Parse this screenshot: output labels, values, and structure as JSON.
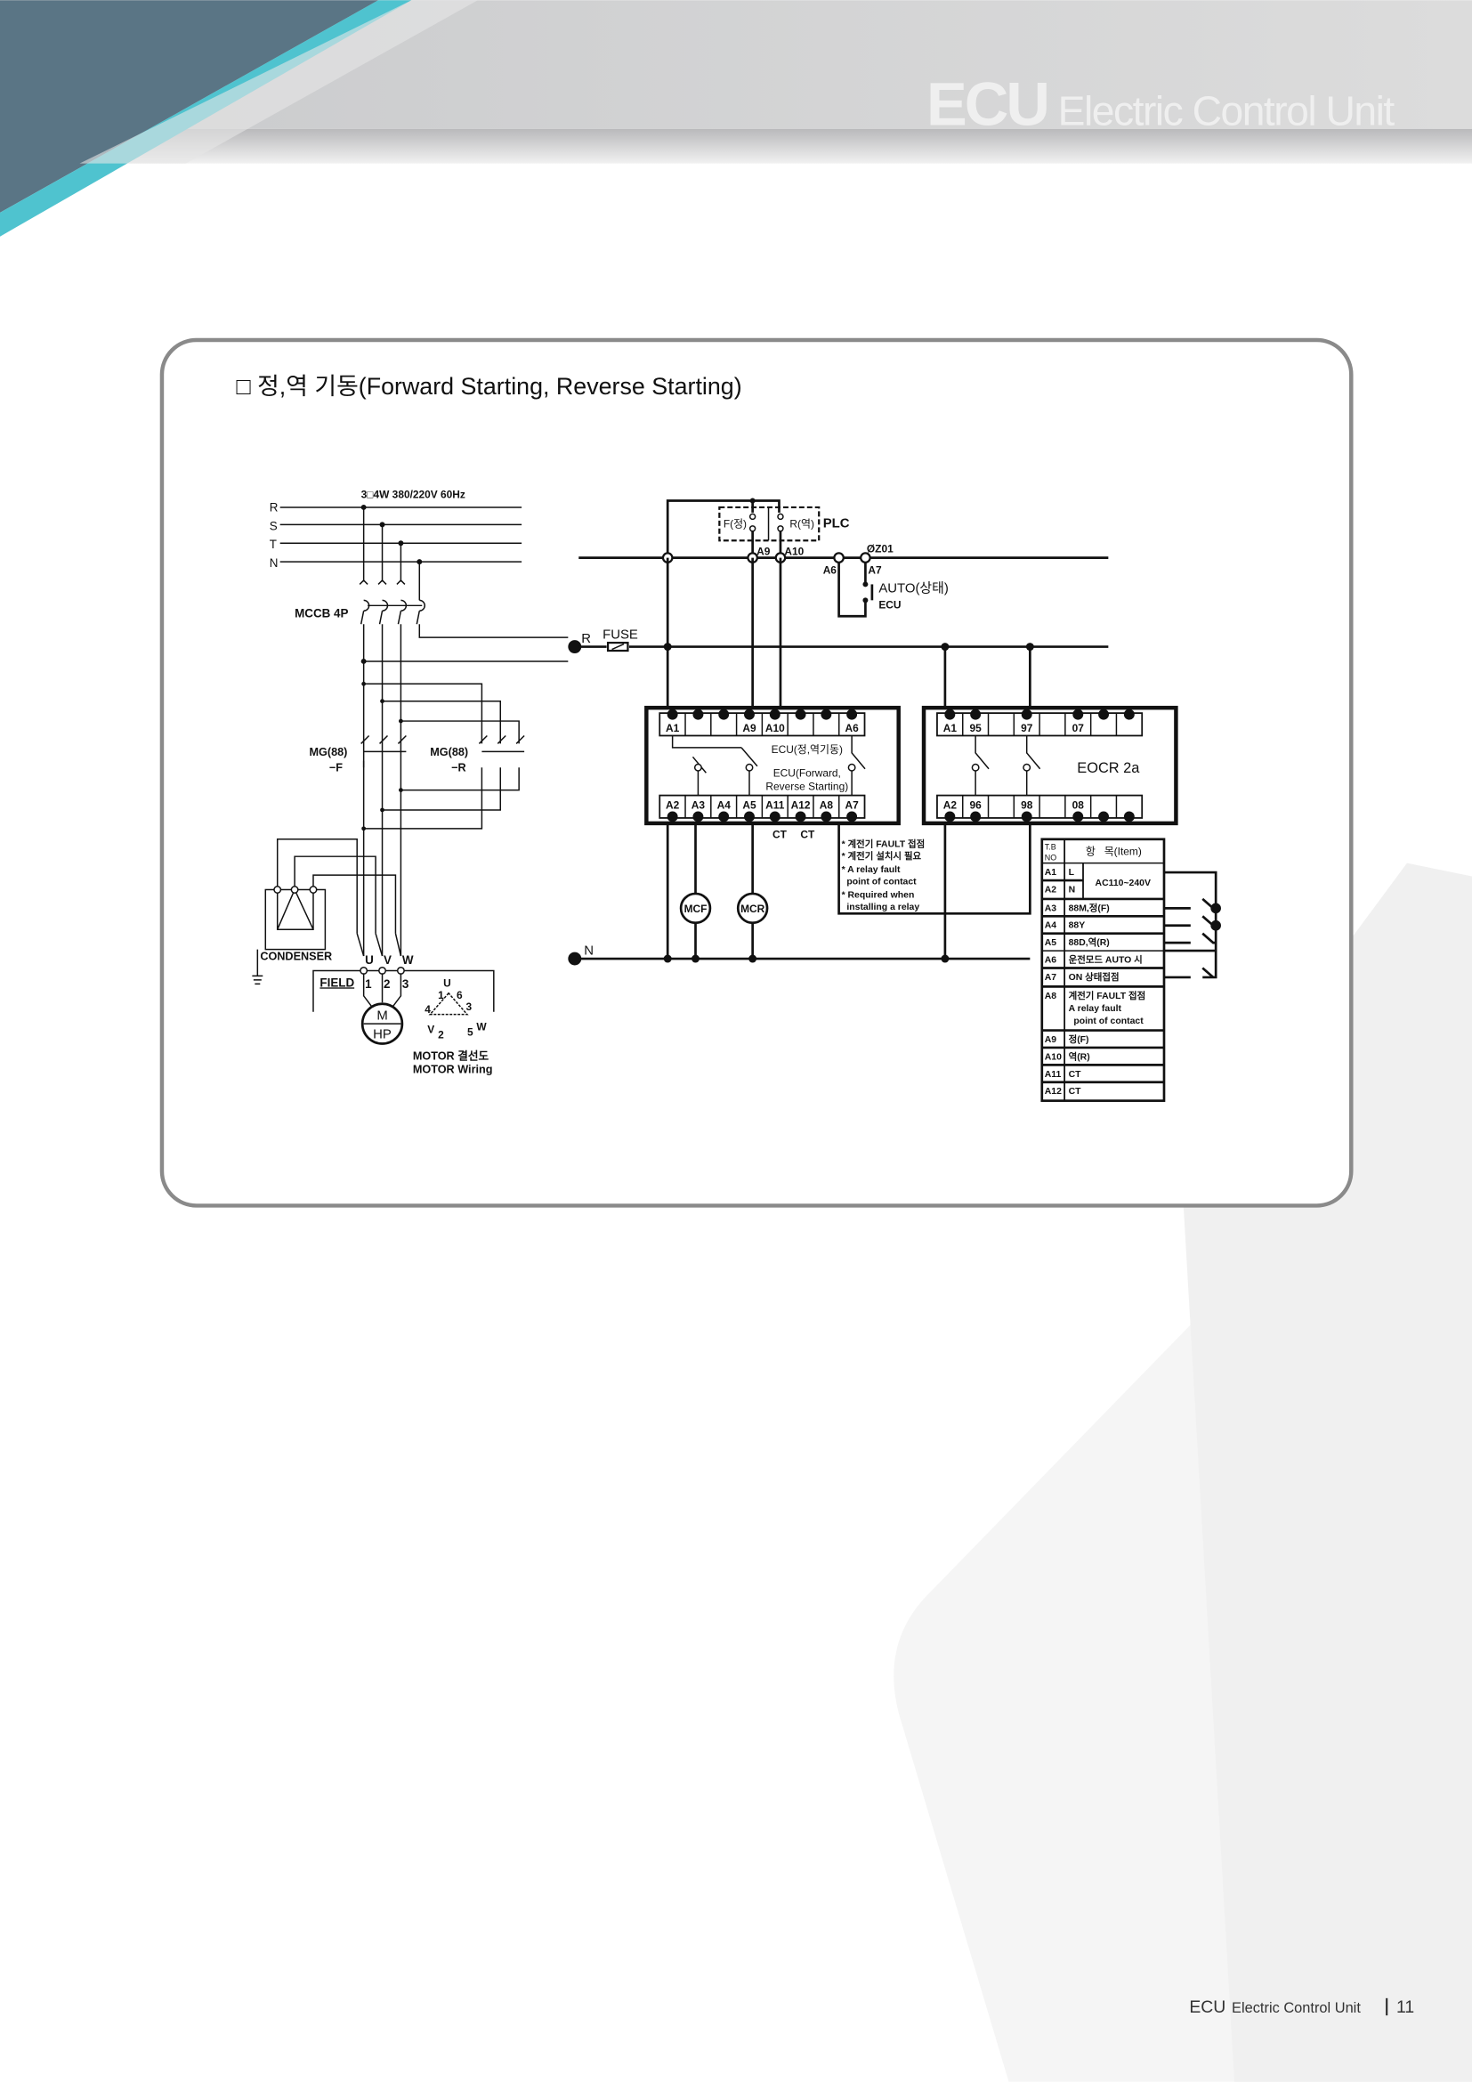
{
  "header": {
    "logo_big": "ECU",
    "logo_small": "Electric Control Unit"
  },
  "section_title": "□ 정,역 기동(Forward Starting, Reverse Starting)",
  "power": {
    "supply": "3□4W 380/220V 60Hz",
    "phases": [
      "R",
      "S",
      "T",
      "N"
    ],
    "mccb": "MCCB 4P",
    "mg_f": [
      "MG(88)",
      "−F"
    ],
    "mg_r": [
      "MG(88)",
      "−R"
    ],
    "condenser": "CONDENSER",
    "field": "FIELD",
    "uvw": [
      "U",
      "V",
      "W"
    ],
    "terminals": [
      "1",
      "2",
      "3"
    ],
    "motor": [
      "M",
      "HP"
    ],
    "delta": [
      "U",
      "1",
      "6",
      "4",
      "3",
      "V",
      "2",
      "5",
      "W"
    ],
    "wiring": [
      "MOTOR 결선도",
      "MOTOR Wiring"
    ]
  },
  "control": {
    "plc": "PLC",
    "plc_f": "F(정)",
    "plc_r": "R(역)",
    "a9": "A9",
    "a10": "A10",
    "a6": "A6",
    "a7": "A7",
    "oz01": "ØZ01",
    "auto": "AUTO(상태)",
    "ecu": "ECU",
    "r": "R",
    "fuse": "FUSE",
    "n": "N",
    "ecu_top": [
      "A1",
      "",
      "",
      "A9",
      "A10",
      "",
      "",
      "A6"
    ],
    "ecu_bottom": [
      "A2",
      "A3",
      "A4",
      "A5",
      "A11",
      "A12",
      "A8",
      "A7"
    ],
    "ecu_name": [
      "ECU(정,역기동)",
      "ECU(Forward,",
      "Reverse Starting)"
    ],
    "ct": [
      "CT",
      "CT"
    ],
    "eocr_top": [
      "A1",
      "95",
      "",
      "97",
      "",
      "07",
      "",
      ""
    ],
    "eocr_bottom": [
      "A2",
      "96",
      "",
      "98",
      "",
      "08",
      "",
      ""
    ],
    "eocr_name": "EOCR 2a",
    "mcf": "MCF",
    "mcr": "MCR",
    "note": [
      "* 계전기 FAULT 접점",
      "* 계전기 설치시 필요",
      "* A relay fault",
      "  point of contact",
      "* Required when",
      "  installing a relay"
    ]
  },
  "table": {
    "head_no": [
      "T.B",
      "NO"
    ],
    "head_item": "항   목(Item)",
    "rows": [
      {
        "no": "A1",
        "item": [
          "L"
        ]
      },
      {
        "no": "A2",
        "item": [
          "N"
        ]
      },
      {
        "no": "A3",
        "item": [
          "88M,정(F)"
        ]
      },
      {
        "no": "A4",
        "item": [
          "88Y"
        ]
      },
      {
        "no": "A5",
        "item": [
          "88D,역(R)"
        ]
      },
      {
        "no": "A6",
        "item": [
          "운전모드 AUTO 시"
        ]
      },
      {
        "no": "A7",
        "item": [
          "ON 상태접점"
        ]
      },
      {
        "no": "A8",
        "item": [
          "계전기 FAULT 접점",
          "A relay fault",
          "  point of contact"
        ]
      },
      {
        "no": "A9",
        "item": [
          "정(F)"
        ]
      },
      {
        "no": "A10",
        "item": [
          "역(R)"
        ]
      },
      {
        "no": "A11",
        "item": [
          "CT"
        ]
      },
      {
        "no": "A12",
        "item": [
          "CT"
        ]
      }
    ],
    "supply": "AC110~240V"
  },
  "footer": {
    "brand": "ECU",
    "brand_sub": "Electric Control Unit",
    "page": "11"
  }
}
